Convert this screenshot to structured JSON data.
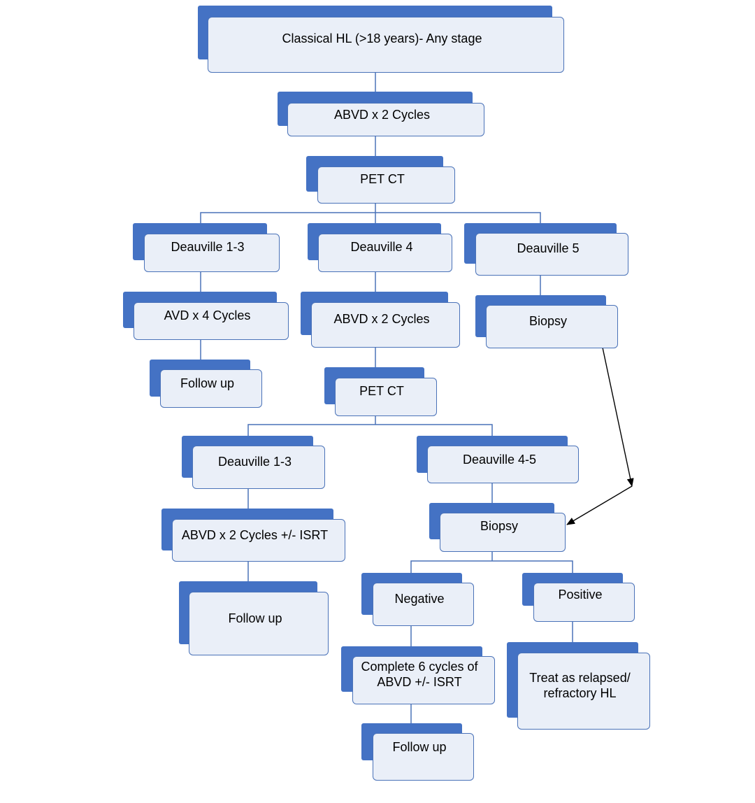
{
  "diagram": {
    "colors": {
      "back": "#4472c4",
      "front": "#eaeff8",
      "border": "#4a72b8",
      "connector": "#4a72b8",
      "arrow": "#000000"
    },
    "nodes": {
      "root": {
        "label": "Classical HL (>18 years)- Any stage"
      },
      "abvd1": {
        "label": "ABVD x 2 Cycles"
      },
      "pet1": {
        "label": "PET CT"
      },
      "d13a": {
        "label": "Deauville 1-3"
      },
      "d4": {
        "label": "Deauville 4"
      },
      "d5": {
        "label": "Deauville 5"
      },
      "avd4": {
        "label": "AVD x 4 Cycles"
      },
      "abvd2": {
        "label": "ABVD x 2 Cycles"
      },
      "biopsy1": {
        "label": "Biopsy"
      },
      "follow1": {
        "label": "Follow up"
      },
      "pet2": {
        "label": "PET CT"
      },
      "d13b": {
        "label": "Deauville 1-3"
      },
      "d45": {
        "label": "Deauville 4-5"
      },
      "abvdisrt": {
        "label": "ABVD x 2 Cycles +/- ISRT"
      },
      "biopsy2": {
        "label": "Biopsy"
      },
      "follow2": {
        "label": "Follow up"
      },
      "negative": {
        "label": "Negative"
      },
      "positive": {
        "label": "Positive"
      },
      "complete": {
        "label": "Complete 6 cycles of ABVD +/- ISRT"
      },
      "relapsed": {
        "label": "Treat as relapsed/ refractory HL"
      },
      "follow3": {
        "label": "Follow up"
      }
    }
  }
}
